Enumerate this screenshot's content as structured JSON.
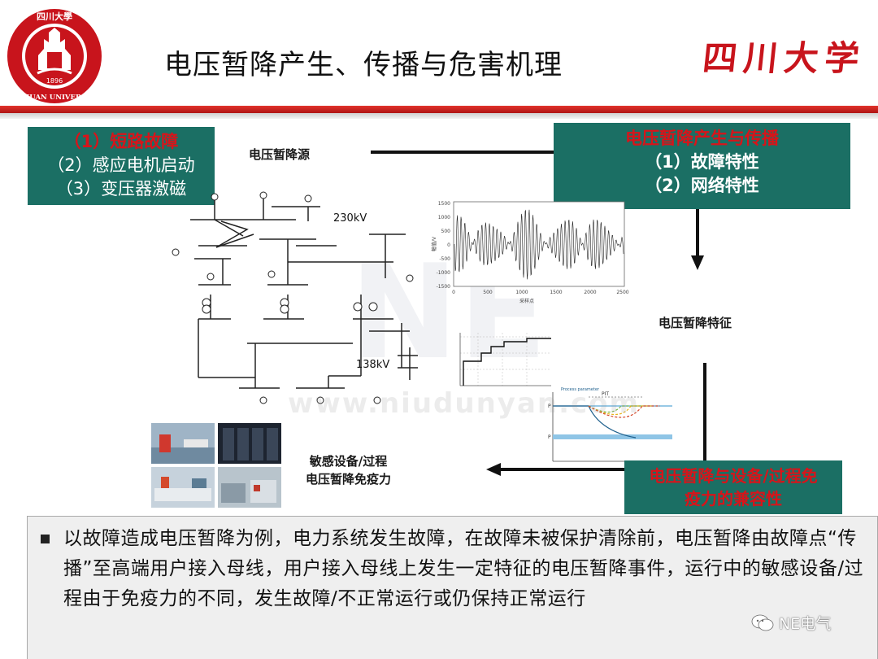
{
  "header": {
    "title": "电压暂降产生、传播与危害机理",
    "calligraphy": "四川大学",
    "logo": {
      "top_text": "四川大學",
      "bottom_text": "SICHUAN UNIVERSITY",
      "year": "1896",
      "colors": {
        "red": "#c8141c",
        "white": "#ffffff"
      }
    },
    "bar_color": "#c01a1a"
  },
  "boxes": {
    "causes": {
      "line1": "（1）短路故障",
      "line2": "（2）感应电机启动",
      "line3": "（3）变压器激磁"
    },
    "spread": {
      "title": "电压暂降产生与传播",
      "line1": "（1）故障特性",
      "line2": "（2）网络特性"
    },
    "compat": {
      "line1": "电压暂降与设备/过程免",
      "line2": "疫力的兼容性"
    },
    "colors": {
      "box_bg": "#1b6f64",
      "highlight": "#d8141a"
    }
  },
  "labels": {
    "source": "电压暂降源",
    "features": "电压暂降特征",
    "immunity_line1": "敏感设备/过程",
    "immunity_line2": "电压暂降免疫力"
  },
  "diagram": {
    "kv230": "230kV",
    "kv138": "138kV"
  },
  "waveform": {
    "y_ticks": [
      "1500",
      "1000",
      "500",
      "0",
      "-500",
      "-1000",
      "-1500"
    ],
    "x_ticks": [
      "0",
      "500",
      "1000",
      "1500",
      "2000",
      "2500"
    ],
    "ylabel": "幅值/V",
    "xlabel": "采样点"
  },
  "curve": {
    "top_label": "PIT",
    "p_upper": "P",
    "p_lower": "P",
    "param_label": "Process parameter"
  },
  "watermark": {
    "url": "www.niudunyan.com",
    "mark": "NE"
  },
  "body": {
    "paragraph": "以故障造成电压暂降为例，电力系统发生故障，在故障未被保护清除前，电压暂降由故障点“传播”至高端用户接入母线，用户接入母线上发生一定特征的电压暂降事件，运行中的敏感设备/过程由于免疫力的不同，发生故障/不正常运行或仍保持正常运行"
  },
  "footer": {
    "wechat_label": "NE电气"
  }
}
